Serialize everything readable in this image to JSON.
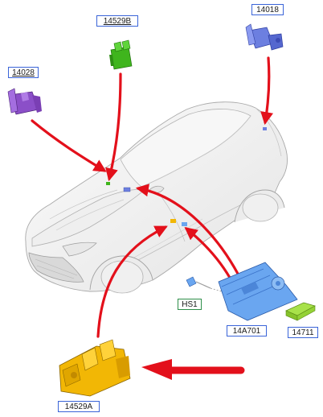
{
  "callouts": {
    "c14529B": "14529B",
    "c14018": "14018",
    "c14028": "14028",
    "cHS1": "HS1",
    "c14A701": "14A701",
    "c14711": "14711",
    "c14529A": "14529A"
  },
  "colors": {
    "arrow": "#e3101b",
    "callout_border": "#3a64d8",
    "part_green": "#3fb51d",
    "part_purple": "#8b4fc8",
    "part_blue": "#6c7fe0",
    "part_yellow": "#f2b705",
    "part_lightblue": "#6aa6f0",
    "part_lime": "#a8e24a",
    "car_body": "#f3f3f3"
  },
  "parts": [
    {
      "id": "14529B",
      "color": "green",
      "icon": "switch-module-icon"
    },
    {
      "id": "14018",
      "color": "blue",
      "icon": "switch-module-icon"
    },
    {
      "id": "14028",
      "color": "purple",
      "icon": "switch-module-icon"
    },
    {
      "id": "14A701",
      "color": "lightblue",
      "icon": "control-panel-icon"
    },
    {
      "id": "HS1",
      "color": "lightblue",
      "icon": "screw-icon"
    },
    {
      "id": "14711",
      "color": "lime",
      "icon": "switch-module-icon"
    },
    {
      "id": "14529A",
      "color": "yellow",
      "icon": "switch-module-icon"
    }
  ]
}
